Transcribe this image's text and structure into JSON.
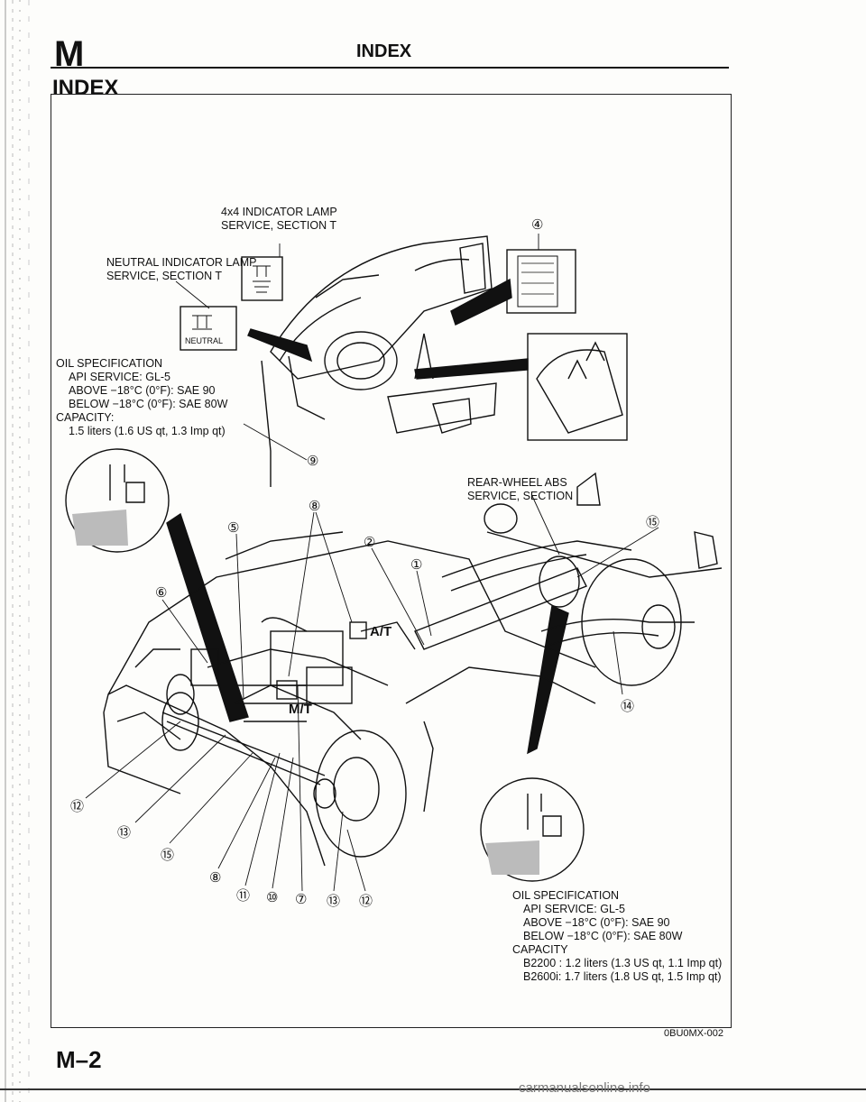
{
  "header": {
    "section_letter": "M",
    "title": "INDEX"
  },
  "index_heading": "INDEX",
  "callouts": {
    "indicator_4x4": [
      "4x4 INDICATOR LAMP",
      "SERVICE, SECTION T"
    ],
    "neutral_indicator": [
      "NEUTRAL INDICATOR LAMP",
      "SERVICE, SECTION T"
    ],
    "neutral_badge": "NEUTRAL",
    "oil_front": {
      "title": "OIL SPECIFICATION",
      "lines": [
        "API SERVICE: GL-5",
        "ABOVE −18°C (0°F): SAE 90",
        "BELOW −18°C (0°F): SAE 80W",
        "CAPACITY:",
        "1.5 liters (1.6 US qt, 1.3 Imp qt)"
      ]
    },
    "rear_abs": [
      "REAR-WHEEL ABS",
      "SERVICE, SECTION"
    ],
    "at_label": "A/T",
    "mt_label": "M/T",
    "oil_rear": {
      "title": "OIL SPECIFICATION",
      "lines": [
        "API SERVICE: GL-5",
        "ABOVE −18°C (0°F): SAE 90",
        "BELOW −18°C (0°F): SAE 80W",
        "CAPACITY",
        "B2200 : 1.2 liters (1.3 US qt, 1.1 Imp qt)",
        "B2600i: 1.7 liters (1.8 US qt, 1.5 Imp qt)"
      ]
    }
  },
  "part_numbers": {
    "n1": "①",
    "n2": "②",
    "n4": "④",
    "n5": "⑤",
    "n6": "⑥",
    "n7": "⑦",
    "n8a": "⑧",
    "n8b": "⑧",
    "n9": "⑨",
    "n10": "⑩",
    "n11": "⑪",
    "n12a": "⑫",
    "n12b": "⑫",
    "n13a": "⑬",
    "n13b": "⑬",
    "n14": "⑭",
    "n15a": "⑮",
    "n15b": "⑮"
  },
  "figure_code": "0BU0MX-002",
  "page_number": "M–2",
  "watermark": "carmanualsonline.info",
  "colors": {
    "ink": "#111111",
    "paper": "#fdfdfb"
  }
}
